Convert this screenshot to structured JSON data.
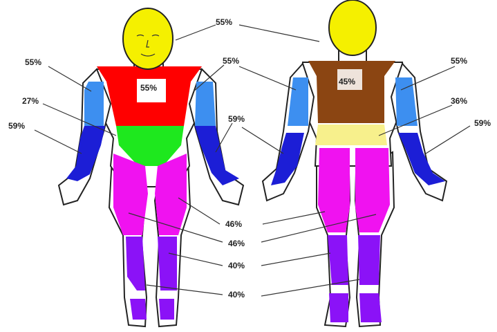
{
  "colors": {
    "head": "#f5f000",
    "chest": "#ff0000",
    "upper_back": "#8b4512",
    "upper_arm": "#3d8ff0",
    "forearm": "#1c1ed6",
    "abdomen": "#1ee81e",
    "lower_back": "#f7f08c",
    "thigh": "#f012f0",
    "leg": "#8b12f7",
    "outline": "#222222"
  },
  "labels": {
    "head": "55%",
    "chest": "55%",
    "upper_back": "45%",
    "upper_arm_front": "55%",
    "upper_arm_front_right": "55%",
    "upper_arm_back_right": "55%",
    "forearm_front_left": "59%",
    "forearm_front_right": "59%",
    "forearm_back_right": "59%",
    "abdomen": "27%",
    "lower_back": "36%",
    "thigh_front": "46%",
    "thigh_back": "46%",
    "leg_upper": "40%",
    "leg_lower": "40%"
  }
}
